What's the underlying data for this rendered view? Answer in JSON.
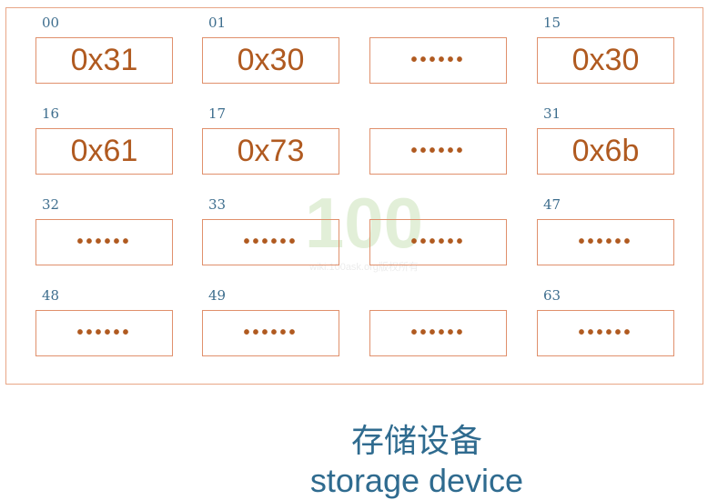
{
  "colors": {
    "frame": "#e8a687",
    "cell_border": "#e0906c",
    "value_text": "#b05a20",
    "index_text": "#3e6e8e",
    "caption": "#2f6b8f"
  },
  "rows": [
    {
      "indices": [
        "00",
        "01",
        "",
        "15"
      ],
      "values": [
        "0x31",
        "0x30",
        "••••••",
        "0x30"
      ]
    },
    {
      "indices": [
        "16",
        "17",
        "",
        "31"
      ],
      "values": [
        "0x61",
        "0x73",
        "••••••",
        "0x6b"
      ]
    },
    {
      "indices": [
        "32",
        "33",
        "",
        "47"
      ],
      "values": [
        "••••••",
        "••••••",
        "••••••",
        "••••••"
      ]
    },
    {
      "indices": [
        "48",
        "49",
        "",
        "63"
      ],
      "values": [
        "••••••",
        "••••••",
        "••••••",
        "••••••"
      ]
    }
  ],
  "caption": {
    "chinese": "存储设备",
    "english": "storage device"
  },
  "watermark": {
    "logo": "100",
    "text": "wiki.100ask.org版权所有"
  }
}
